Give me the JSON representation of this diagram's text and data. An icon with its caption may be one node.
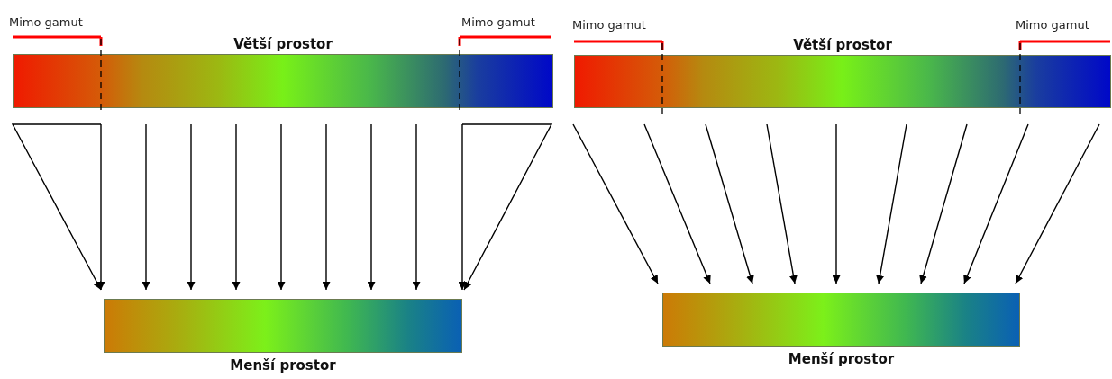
{
  "diagram": {
    "nodes": [
      {
        "text": [
          "Větší prostor"
        ]
      },
      {
        "text": [
          "Menší prostor"
        ]
      },
      {
        "text": [
          "Větší prostor"
        ]
      },
      {
        "text": [
          "Menší prostor"
        ]
      }
    ],
    "edges": [
      {
        "from": 0,
        "to": 1,
        "arrow": "to"
      },
      {
        "from": 0,
        "to": 1,
        "arrow": "to"
      },
      {
        "from": 0,
        "to": 1,
        "arrow": "to"
      },
      {
        "from": 0,
        "to": 1,
        "arrow": "to"
      },
      {
        "from": 0,
        "to": 1,
        "arrow": "to"
      },
      {
        "from": 0,
        "to": 1,
        "arrow": "to"
      },
      {
        "from": 0,
        "to": 1,
        "arrow": "to"
      },
      {
        "from": 0,
        "to": 1,
        "arrow": "to"
      },
      {
        "from": 0,
        "to": 1,
        "arrow": "to"
      },
      {
        "from": 0,
        "to": 1,
        "arrow": "to"
      },
      {
        "from": 0,
        "to": 1,
        "arrow": "to"
      },
      {
        "from": 2,
        "to": 3,
        "arrow": "to"
      },
      {
        "from": 2,
        "to": 3,
        "arrow": "to"
      },
      {
        "from": 2,
        "to": 3,
        "arrow": "to"
      },
      {
        "from": 2,
        "to": 3,
        "arrow": "to"
      },
      {
        "from": 2,
        "to": 3,
        "arrow": "to"
      },
      {
        "from": 2,
        "to": 3,
        "arrow": "to"
      },
      {
        "from": 2,
        "to": 3,
        "arrow": "to"
      },
      {
        "from": 2,
        "to": 3,
        "arrow": "to"
      },
      {
        "from": 2,
        "to": 3,
        "arrow": "to"
      }
    ],
    "labels": [
      "Mimo gamut",
      "Mimo gamut",
      "Mimo gamut",
      "Mimo gamut"
    ]
  }
}
